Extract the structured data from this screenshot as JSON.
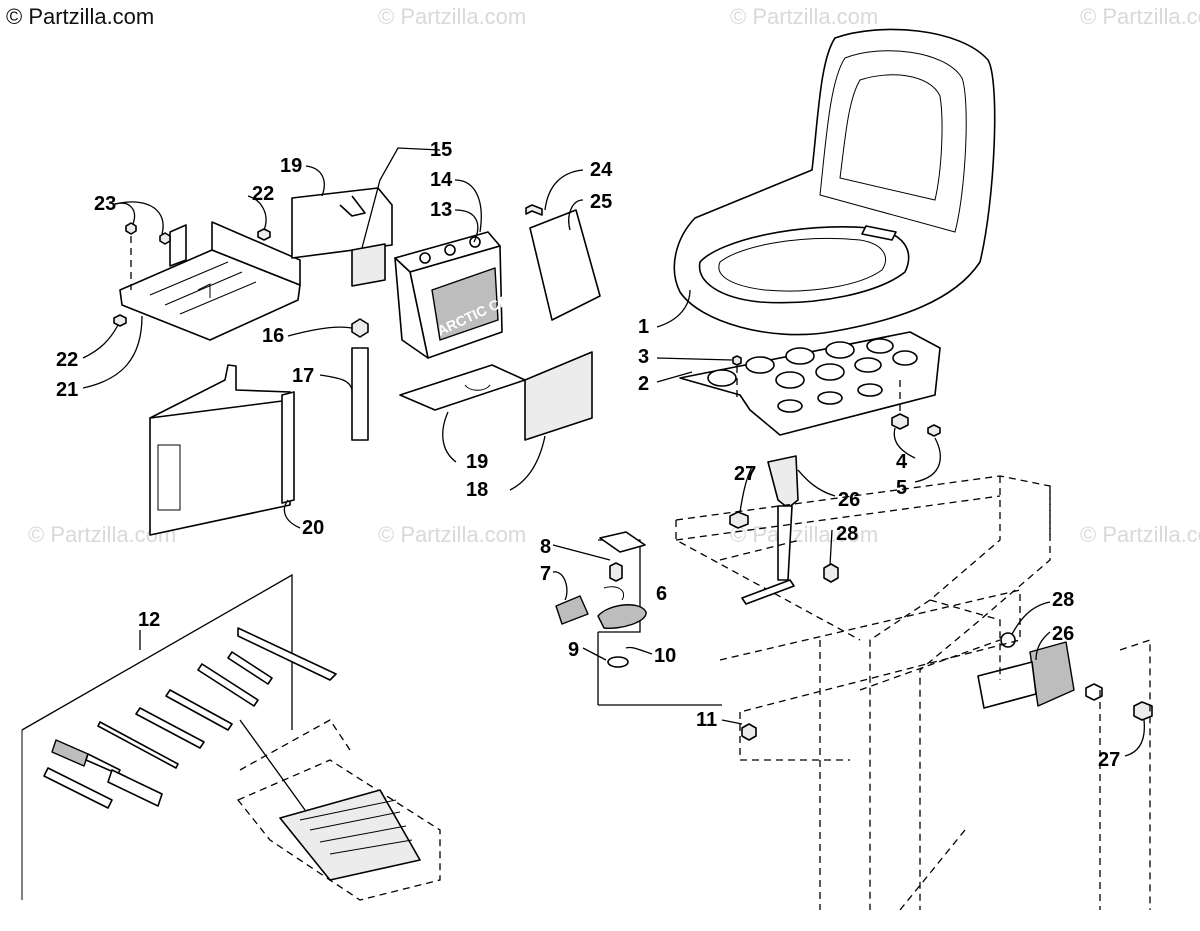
{
  "brand": {
    "watermark_main": "© Partzilla.com",
    "watermark_ghost": "© Partzilla.com"
  },
  "callouts": {
    "n1": "1",
    "n2": "2",
    "n3": "3",
    "n4": "4",
    "n5": "5",
    "n6": "6",
    "n7": "7",
    "n8": "8",
    "n9": "9",
    "n10": "10",
    "n11": "11",
    "n12": "12",
    "n13": "13",
    "n14": "14",
    "n15": "15",
    "n16": "16",
    "n17": "17",
    "n18": "18",
    "n19": "19",
    "n20": "20",
    "n21": "21",
    "n22": "22",
    "n23": "23",
    "n24": "24",
    "n25": "25",
    "n26": "26",
    "n27": "27",
    "n28": "28"
  },
  "battery_brand": "ARCTIC CAT"
}
